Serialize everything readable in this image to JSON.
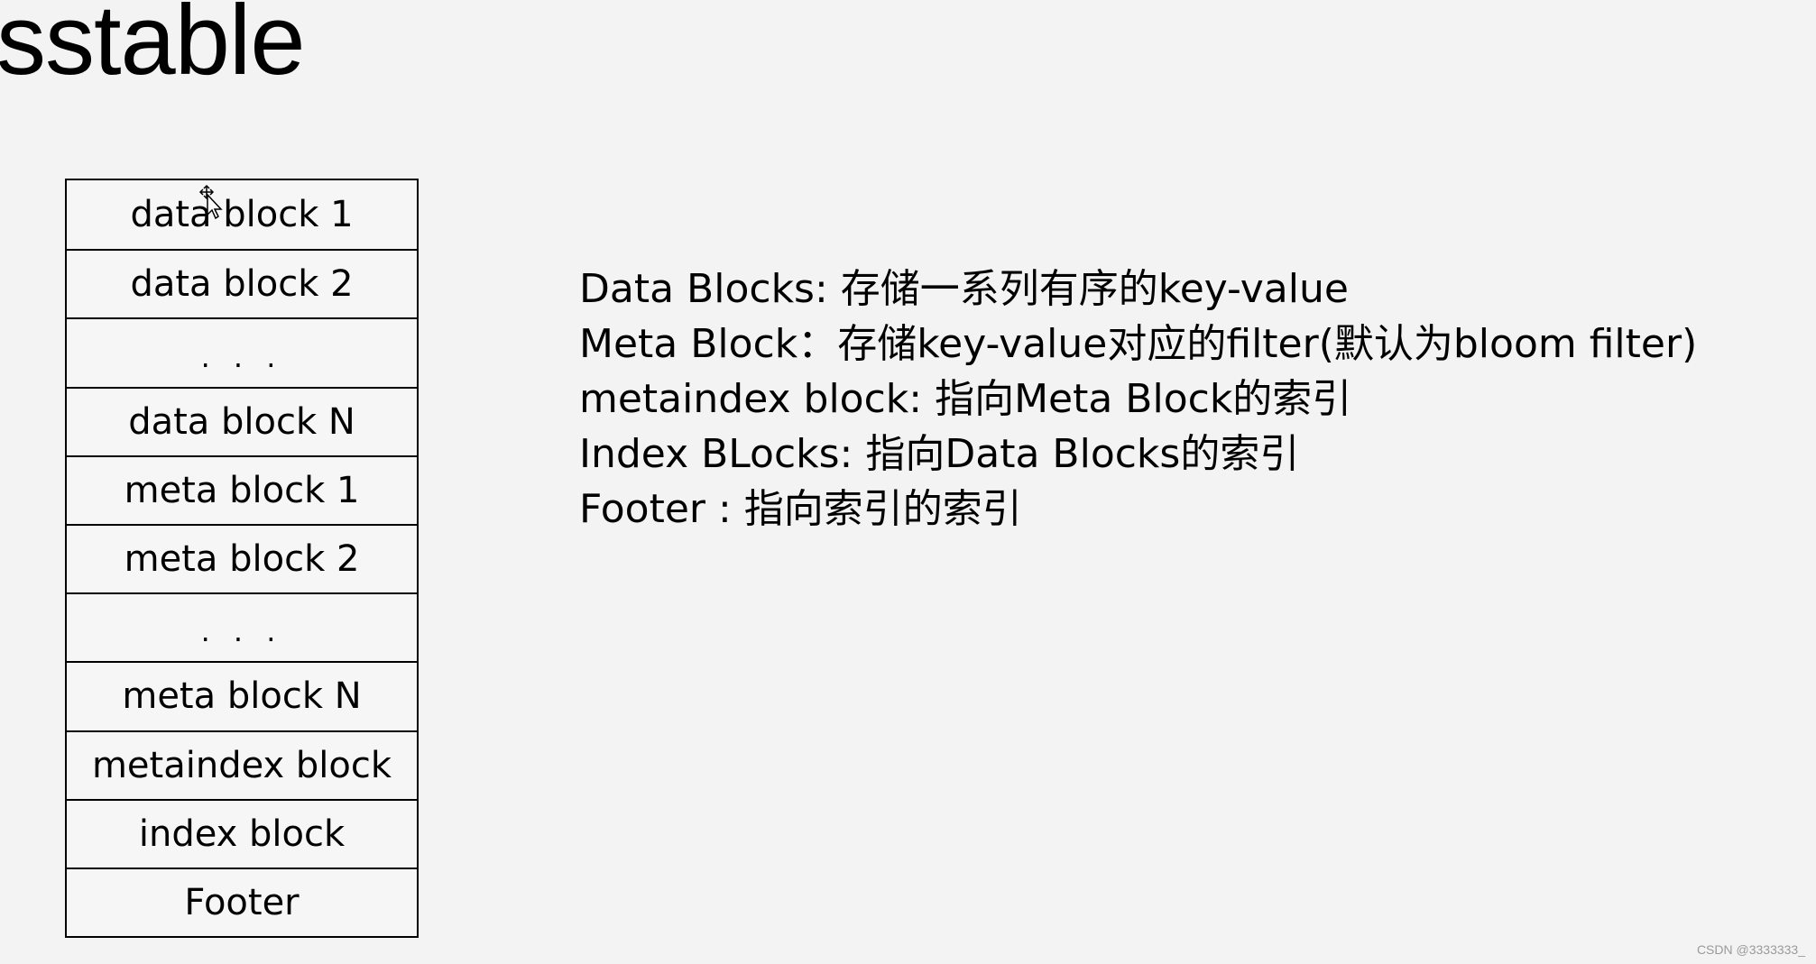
{
  "title": "sstable",
  "blocks": [
    {
      "label": "data block 1"
    },
    {
      "label": "data block 2"
    },
    {
      "label": ". . .",
      "ellipsis": true
    },
    {
      "label": "data block N"
    },
    {
      "label": "meta block 1"
    },
    {
      "label": "meta block 2"
    },
    {
      "label": ". . .",
      "ellipsis": true
    },
    {
      "label": "meta block N"
    },
    {
      "label": "metaindex block"
    },
    {
      "label": "index block"
    },
    {
      "label": "Footer"
    }
  ],
  "descriptions": [
    "Data Blocks: 存储一系列有序的key-value",
    "Meta Block：存储key-value对应的filter(默认为bloom filter)",
    "metaindex block: 指向Meta Block的索引",
    "Index BLocks: 指向Data Blocks的索引",
    "Footer : 指向索引的索引"
  ],
  "watermark": "CSDN @3333333_"
}
